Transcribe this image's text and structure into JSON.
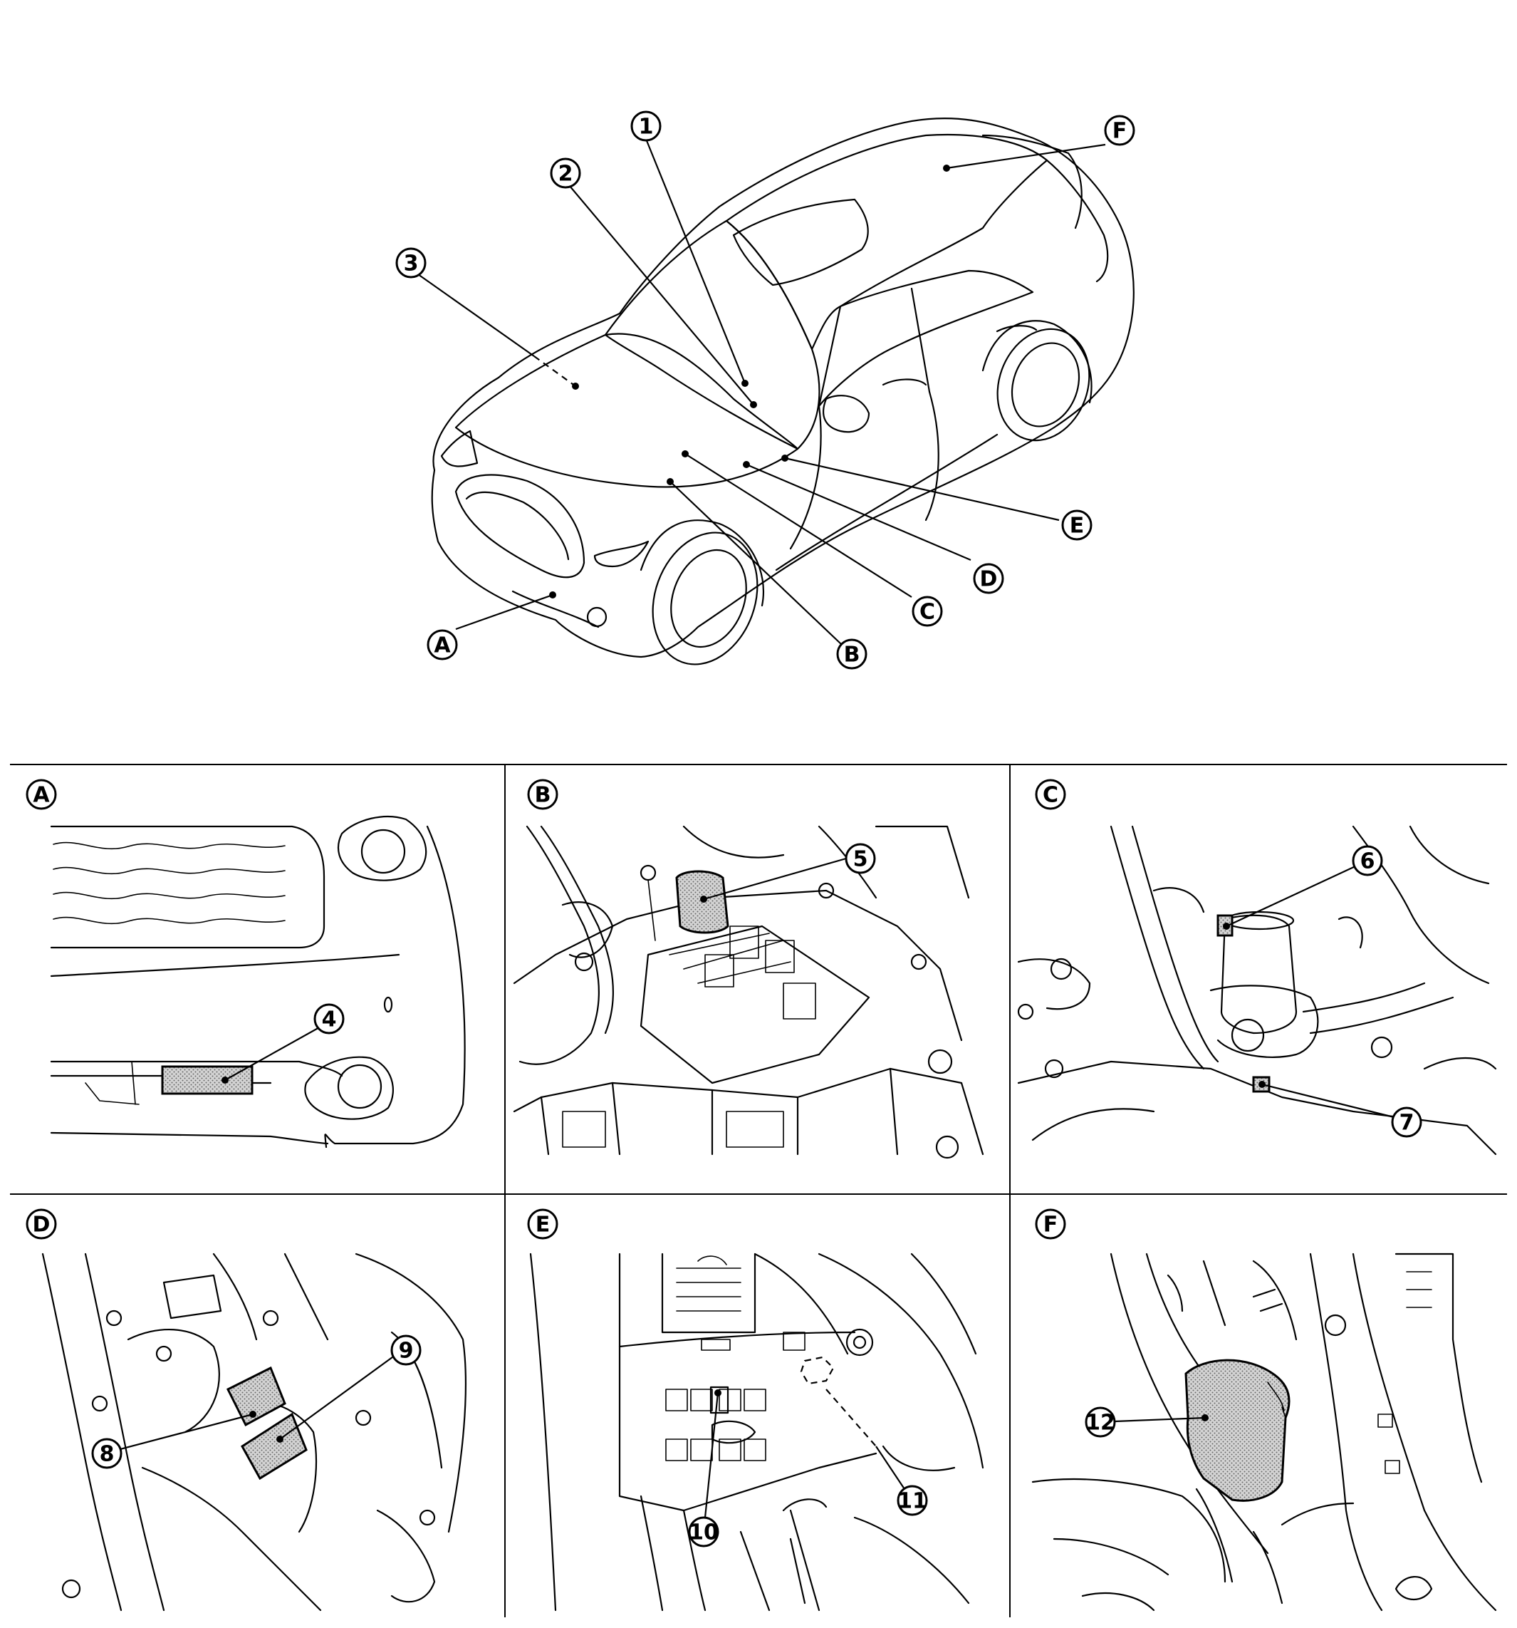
{
  "overview": {
    "callouts": [
      {
        "id": "c1",
        "label": "1"
      },
      {
        "id": "c2",
        "label": "2"
      },
      {
        "id": "c3",
        "label": "3"
      },
      {
        "id": "cF",
        "label": "F"
      },
      {
        "id": "cA",
        "label": "A"
      },
      {
        "id": "cB",
        "label": "B"
      },
      {
        "id": "cC",
        "label": "C"
      },
      {
        "id": "cD",
        "label": "D"
      },
      {
        "id": "cE",
        "label": "E"
      }
    ]
  },
  "panels": [
    {
      "id": "A",
      "letter": "A",
      "callouts": [
        "4"
      ]
    },
    {
      "id": "B",
      "letter": "B",
      "callouts": [
        "5"
      ]
    },
    {
      "id": "C",
      "letter": "C",
      "callouts": [
        "6",
        "7"
      ]
    },
    {
      "id": "D",
      "letter": "D",
      "callouts": [
        "8",
        "9"
      ]
    },
    {
      "id": "E",
      "letter": "E",
      "callouts": [
        "10",
        "11"
      ]
    },
    {
      "id": "F",
      "letter": "F",
      "callouts": [
        "12"
      ]
    }
  ]
}
